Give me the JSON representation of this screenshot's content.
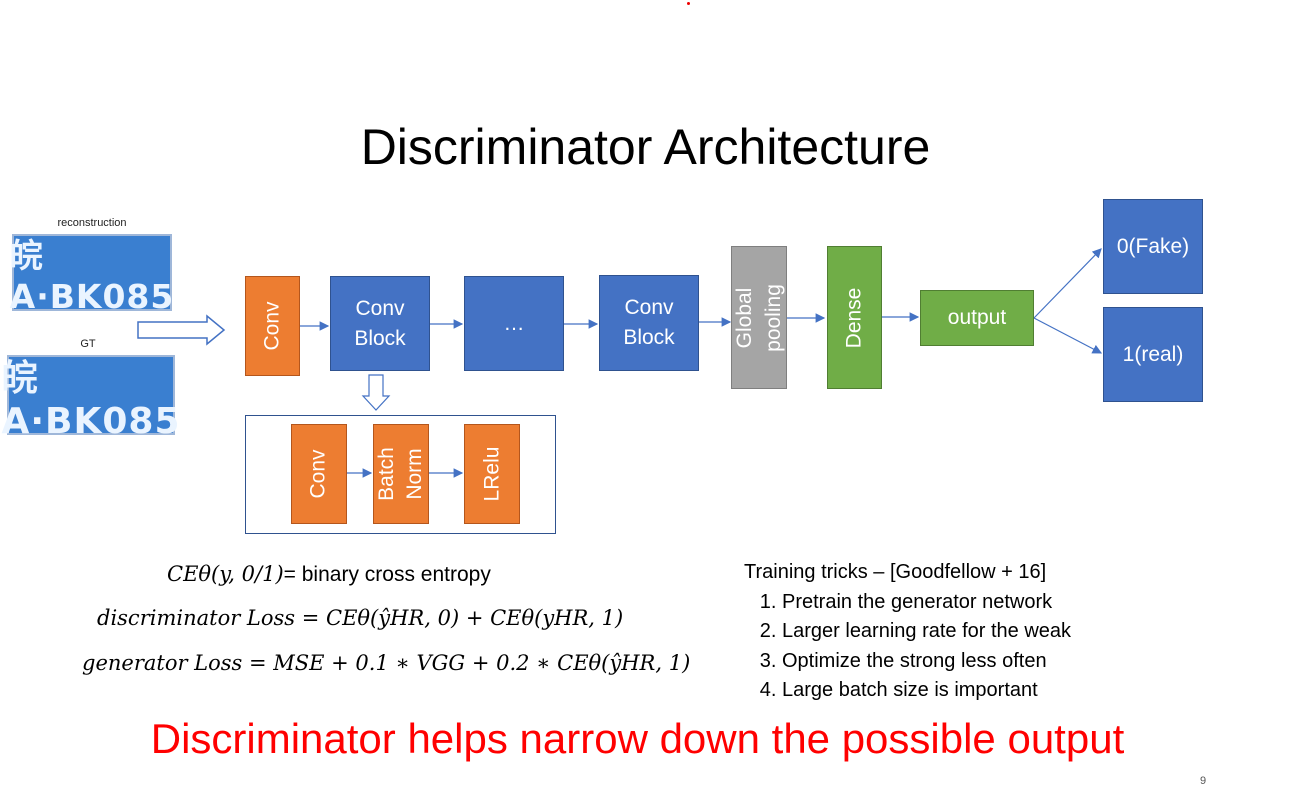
{
  "slide": {
    "title": "Discriminator Architecture",
    "bottom_text": "Discriminator helps narrow down the possible output",
    "page_number": "9"
  },
  "images": {
    "reconstruction_caption": "reconstruction",
    "reconstruction_plate": "皖A·BK085",
    "gt_caption": "GT",
    "gt_plate": "皖A·BK085"
  },
  "diagram": {
    "conv": "Conv",
    "conv_block_1": "Conv Block",
    "ellipsis": "…",
    "conv_block_2": "Conv Block",
    "global_pooling": "Global pooling",
    "dense": "Dense",
    "output": "output",
    "fake": "0(Fake)",
    "real": "1(real)",
    "sub_conv": "Conv",
    "sub_batchnorm": "Batch Norm",
    "sub_lrelu": "LRelu"
  },
  "formulas": {
    "ce_def_lhs": "CEθ(y, 0/1)",
    "ce_def_rhs": "= binary cross entropy",
    "disc_loss": "discriminator Loss = CEθ(ŷHR, 0) + CEθ(yHR, 1)",
    "gen_loss": "generator Loss = MSE + 0.1 ∗ VGG + 0.2 ∗ CEθ(ŷHR, 1)"
  },
  "tricks": {
    "heading": "Training tricks – [Goodfellow + 16]",
    "items": [
      "Pretrain the generator network",
      "Larger learning rate for the weak",
      "Optimize the strong less often",
      "Large batch size is important"
    ]
  },
  "colors": {
    "orange": "#ED7D31",
    "blue": "#4472C4",
    "gray": "#A5A5A5",
    "green": "#70AD47",
    "red_text": "#FF0000"
  }
}
